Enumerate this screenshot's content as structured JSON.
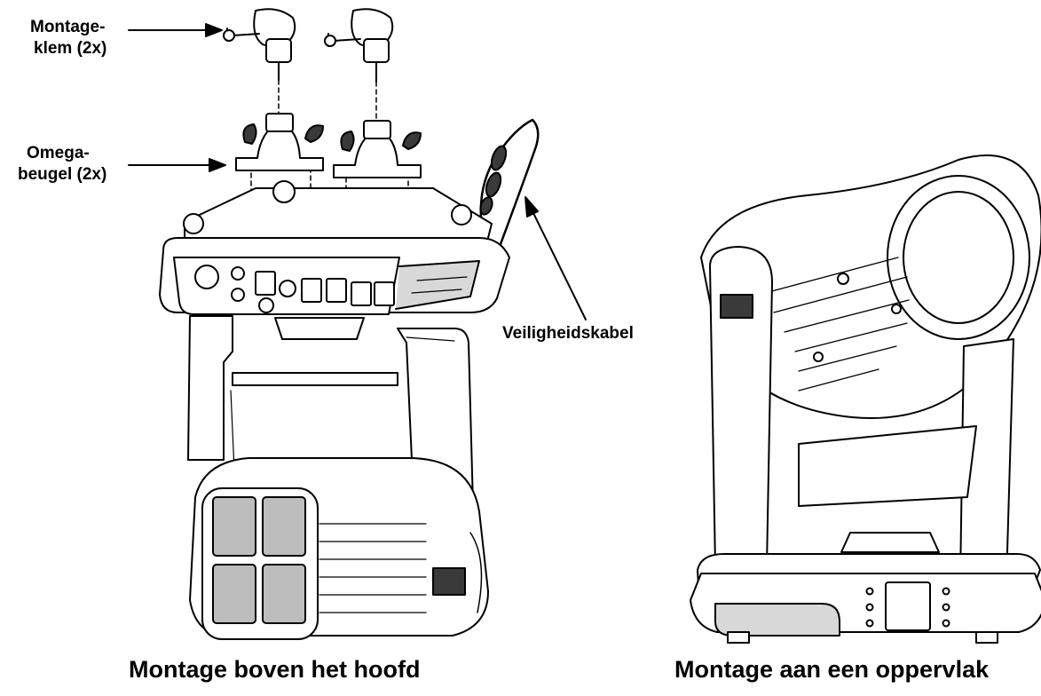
{
  "labels": {
    "mounting_clamp_line1": "Montage-",
    "mounting_clamp_line2": "klem (2x)",
    "omega_bracket_line1": "Omega-",
    "omega_bracket_line2": "beugel (2x)",
    "safety_cable": "Veiligheidskabel"
  },
  "captions": {
    "overhead": "Montage boven het hoofd",
    "surface": "Montage aan een oppervlak"
  },
  "colors": {
    "line": "#000000",
    "fill": "#ffffff",
    "shade": "#bdbdbd",
    "dark": "#3a3a3a"
  }
}
